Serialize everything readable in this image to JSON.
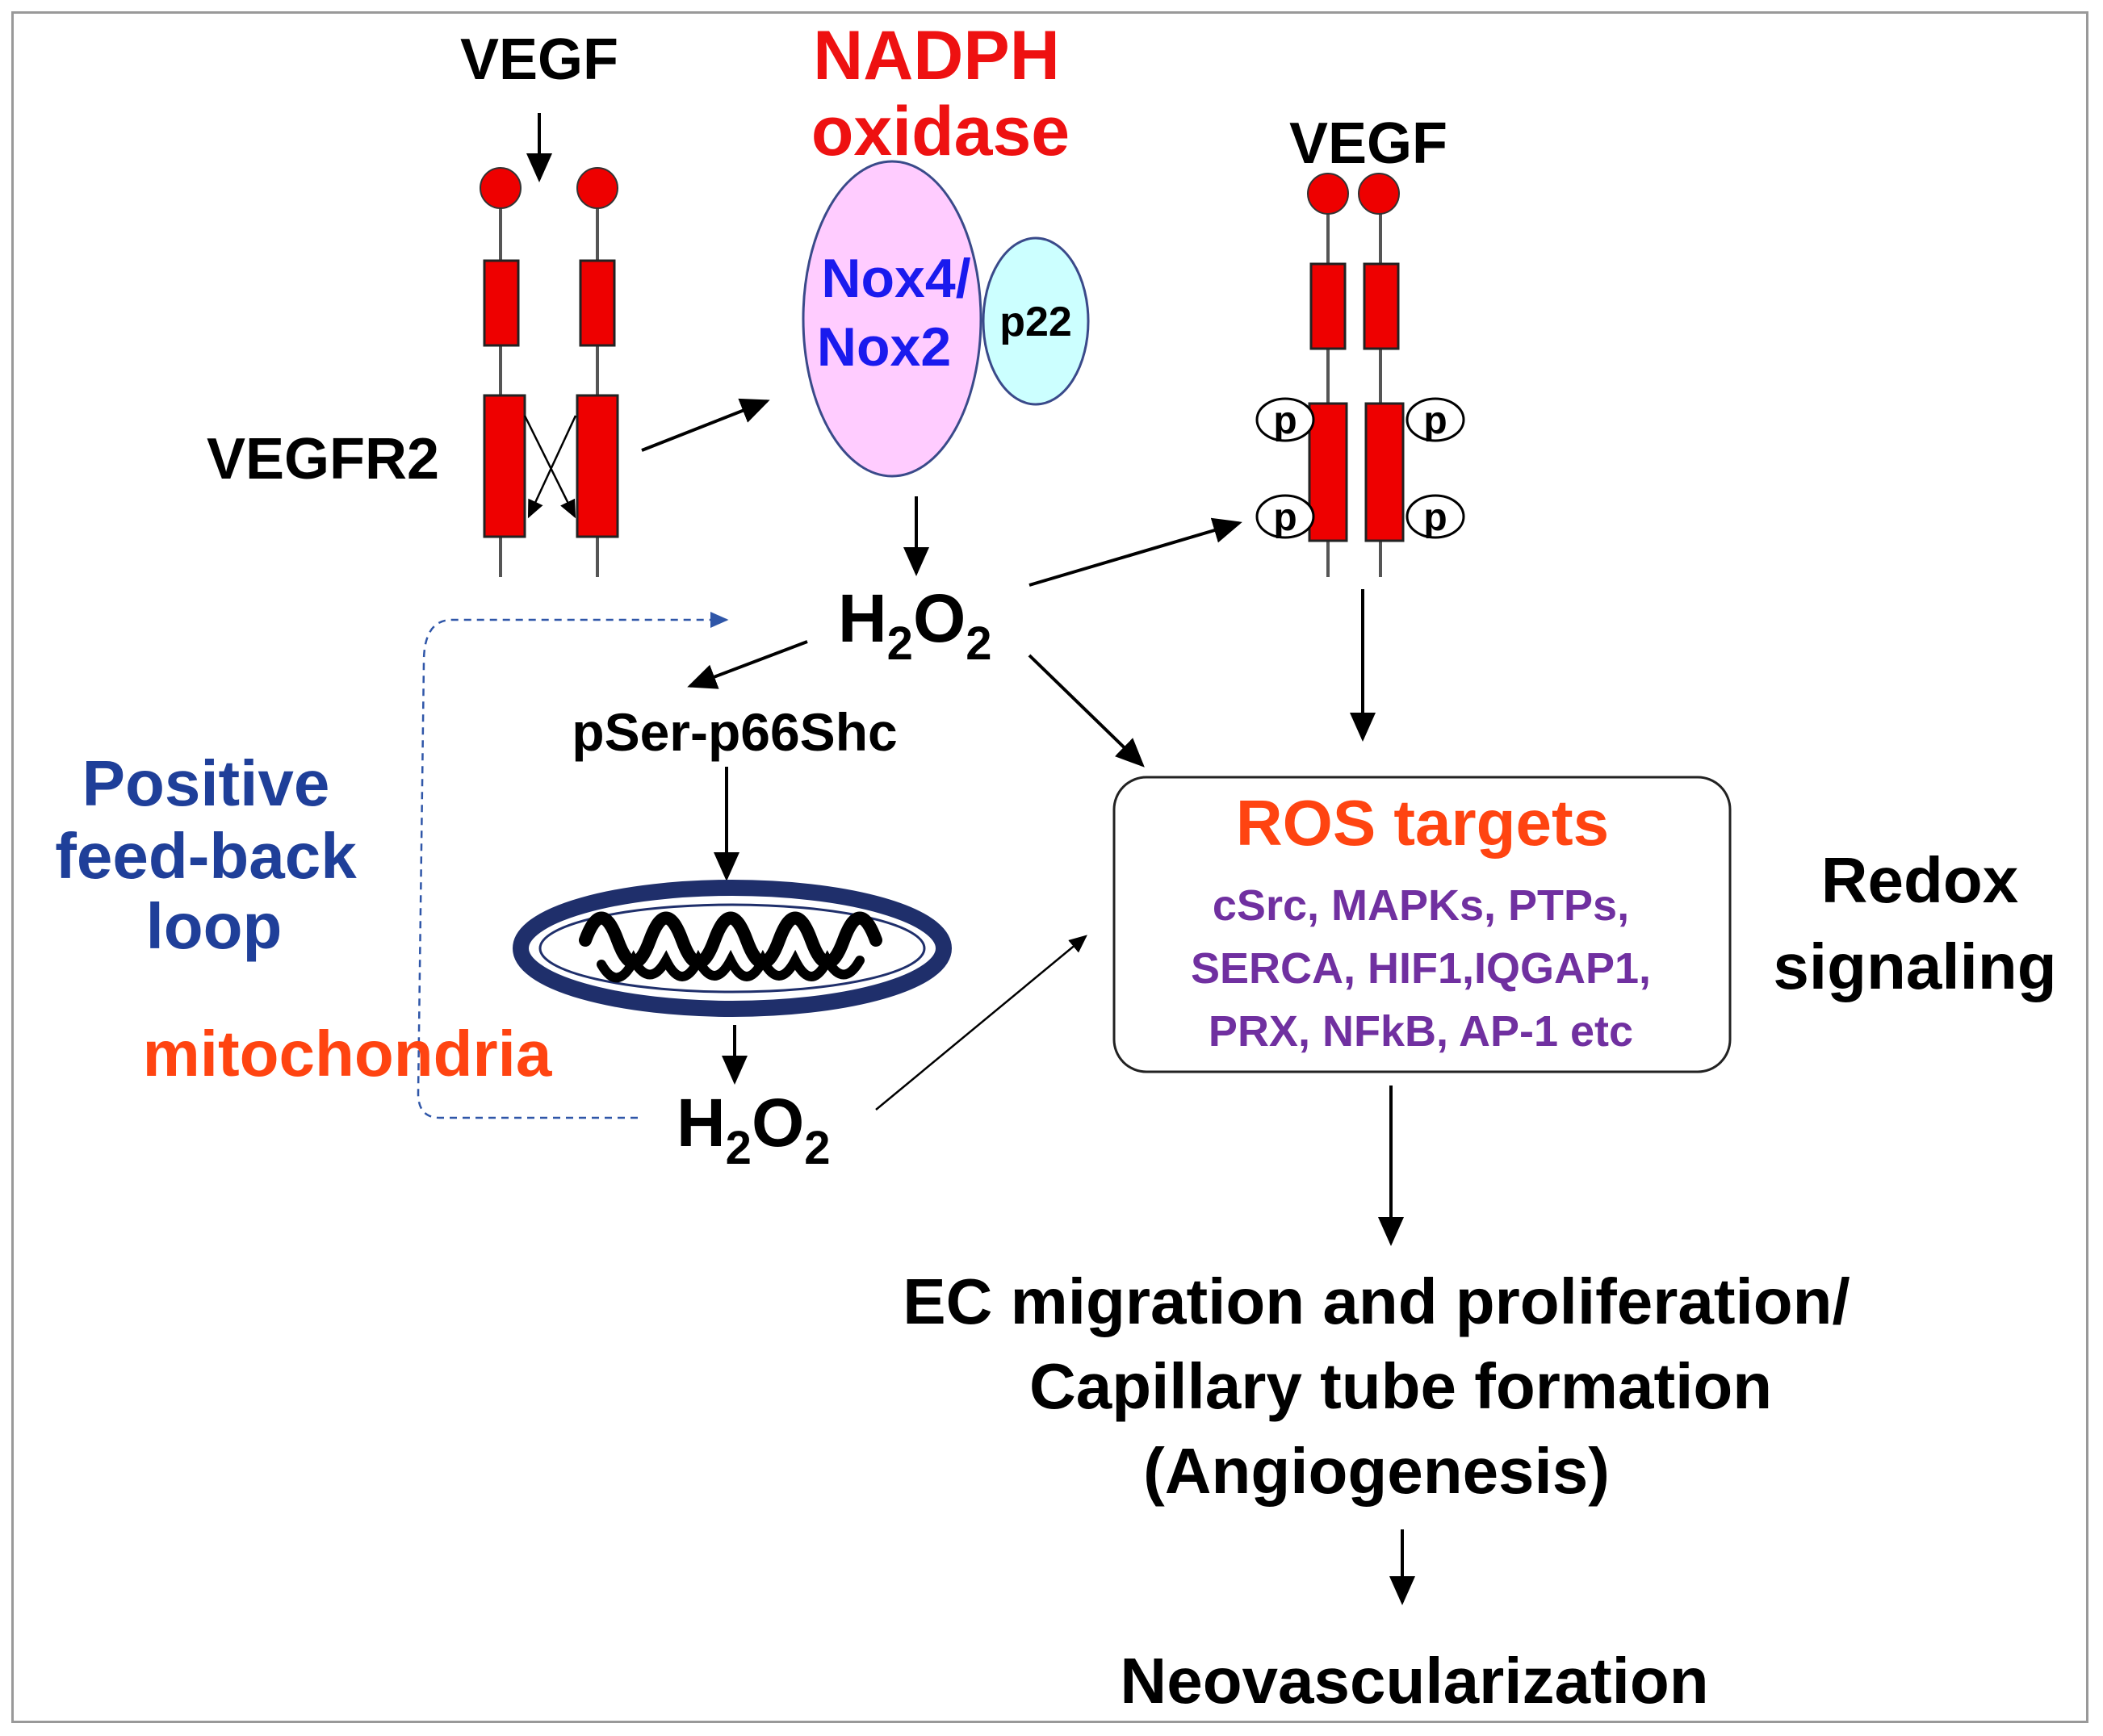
{
  "labels": {
    "vegf_left": "VEGF",
    "vegf_right": "VEGF",
    "vegfr2": "VEGFR2",
    "nadph_line1": "NADPH",
    "nadph_line2": "oxidase",
    "nox_line1": "Nox4/",
    "nox_line2": "Nox2",
    "p22": "p22",
    "h2o2_top": {
      "main": "H",
      "sub1": "2",
      "mid": "O",
      "sub2": "2"
    },
    "h2o2_bottom": {
      "main": "H",
      "sub1": "2",
      "mid": "O",
      "sub2": "2"
    },
    "pser": "pSer-p66Shc",
    "feedback_line1": "Positive",
    "feedback_line2": "feed-back",
    "feedback_line3": "loop",
    "mitochondria": "mitochondria",
    "phospho": "p",
    "ros_title": "ROS targets",
    "ros_line1": "cSrc, MAPKs, PTPs,",
    "ros_line2": "SERCA, HIF1,IQGAP1,",
    "ros_line3": "PRX, NFkB, AP-1 etc",
    "redox_line1": "Redox",
    "redox_line2": "signaling",
    "outcome_line1": "EC migration and proliferation/",
    "outcome_line2": "Capillary tube formation",
    "outcome_line3": "(Angiogenesis)",
    "final": "Neovascularization"
  },
  "colors": {
    "receptor": "#ee0000",
    "nadph": "#ee1111",
    "nox_fill": "#ffccff",
    "nox_text": "#1a1aee",
    "p22_fill": "#ccffff",
    "ros_title": "#ff4411",
    "ros_items": "#7030a0",
    "feedback": "#1f3f99",
    "mitochondria_text": "#ff4411",
    "mito_outer": "#1f2f6b"
  }
}
